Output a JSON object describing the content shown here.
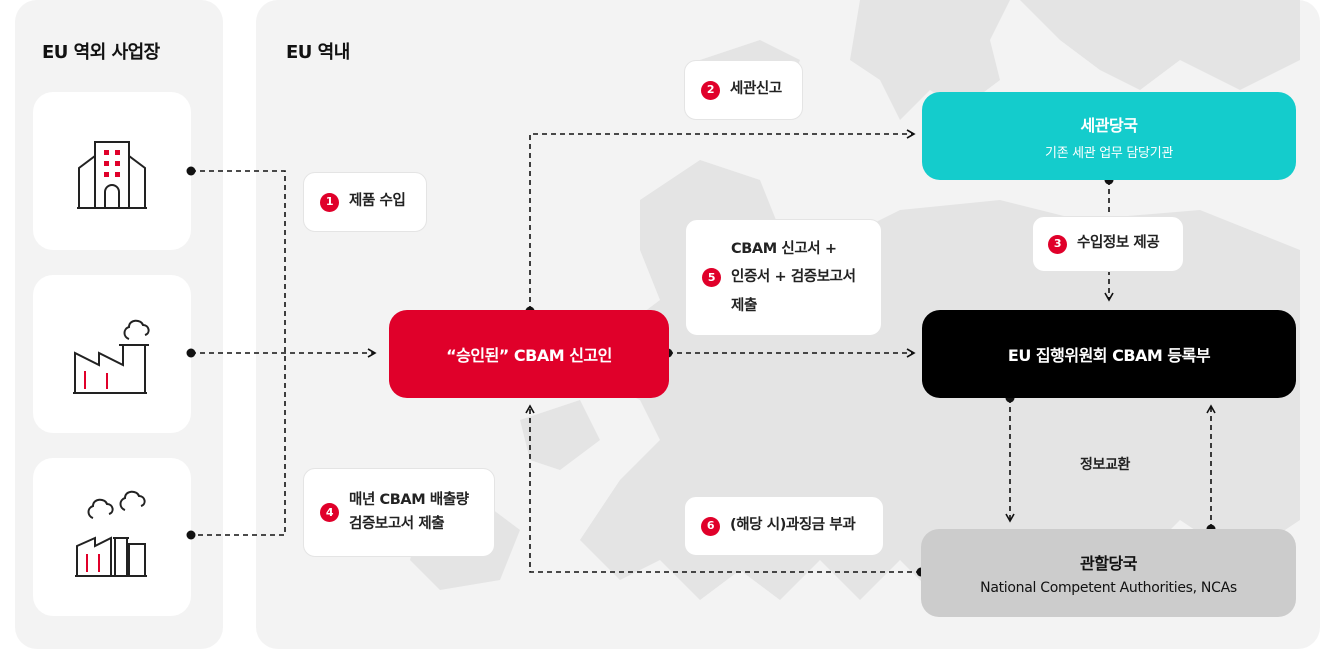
{
  "panels": {
    "outside_title": "EU 역외 사업장",
    "inside_title": "EU 역내"
  },
  "steps": {
    "s1": {
      "num": "1",
      "text": "제품 수입"
    },
    "s2": {
      "num": "2",
      "text": "세관신고"
    },
    "s3": {
      "num": "3",
      "text": "수입정보 제공"
    },
    "s4": {
      "num": "4",
      "line1": "매년 CBAM 배출량",
      "line2": "검증보고서 제출"
    },
    "s5": {
      "num": "5",
      "line1": "CBAM 신고서 +",
      "line2": "인증서 + 검증보고서",
      "line3": "제출"
    },
    "s6": {
      "num": "6",
      "text": "(해당 시)과징금 부과"
    }
  },
  "nodes": {
    "declarant": {
      "title": "“승인된” CBAM 신고인"
    },
    "customs": {
      "title": "세관당국",
      "subtitle": "기존 세관 업무 담당기관"
    },
    "registry": {
      "title": "EU 집행위원회 CBAM 등록부"
    },
    "nca": {
      "title": "관할당국",
      "subtitle": "National Competent Authorities, NCAs"
    }
  },
  "exchange_label": "정보교환",
  "icons": [
    "office-building-icon",
    "factory-icon",
    "factory-chimney-icon"
  ],
  "colors": {
    "accent_red": "#e0002a",
    "customs_teal": "#14cccc",
    "registry_black": "#000000",
    "nca_gray": "#cccccc",
    "panel_gray": "#f3f3f3"
  }
}
